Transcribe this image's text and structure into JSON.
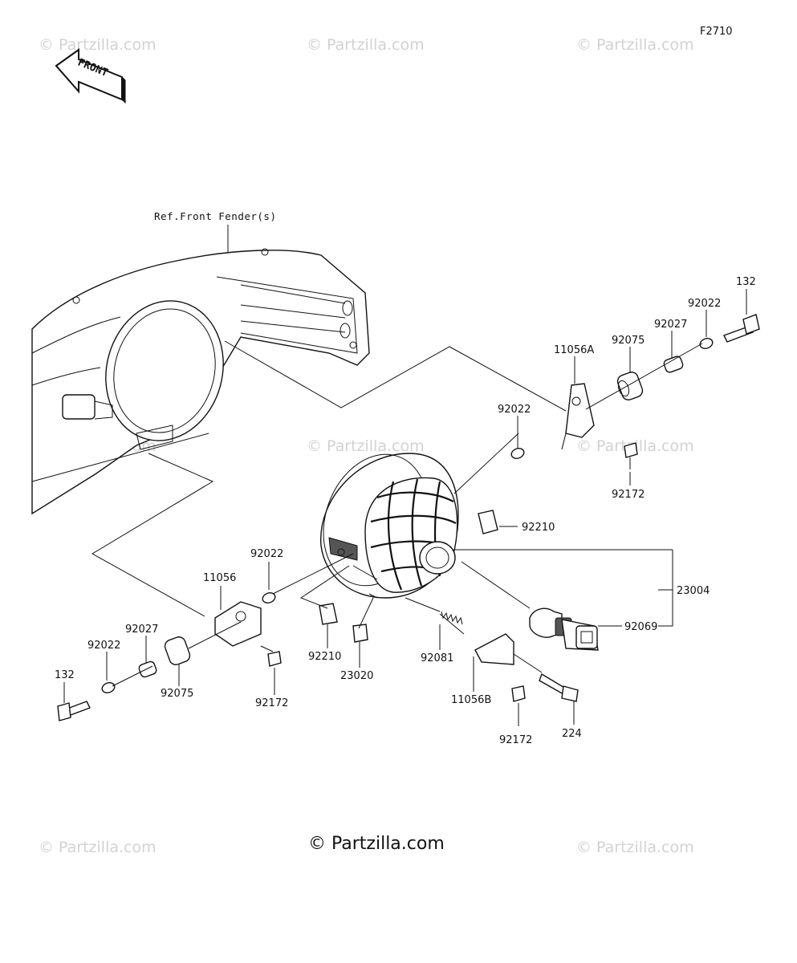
{
  "figure_code": "F2710",
  "front_arrow_label": "FRONT",
  "reference_label": "Ref.Front Fender(s)",
  "watermark_text": "© Partzilla.com",
  "footer_brand": "© Partzilla.com",
  "callouts": {
    "p132_right": "132",
    "p92022_top_right": "92022",
    "p92027_right": "92027",
    "p92075_right": "92075",
    "p11056A": "11056A",
    "p92022_mid": "92022",
    "p92172_right": "92172",
    "p92210_right": "92210",
    "p23004": "23004",
    "p92069": "92069",
    "p11056": "11056",
    "p92022_left_upper": "92022",
    "p92027_left": "92027",
    "p92022_left_lower": "92022",
    "p132_left": "132",
    "p92075_left": "92075",
    "p92172_left": "92172",
    "p92210_bottom": "92210",
    "p23020": "23020",
    "p92081": "92081",
    "p11056B": "11056B",
    "p92172_bottom": "92172",
    "p224": "224"
  }
}
